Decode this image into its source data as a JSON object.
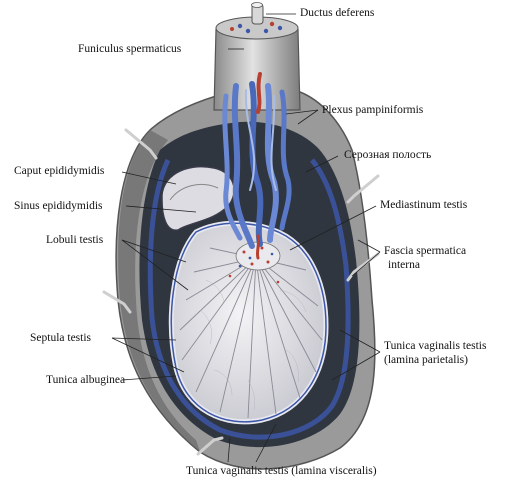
{
  "labels": {
    "ductus_deferens": "Ductus deferens",
    "funiculus_spermaticus": "Funiculus spermaticus",
    "plexus_pampiniformis": "Plexus pampiniformis",
    "serous_cavity": "Серозная полость",
    "caput_epididymidis": "Caput epididymidis",
    "sinus_epididymidis": "Sinus epididymidis",
    "mediastinum_testis": "Mediastinum testis",
    "lobuli_testis": "Lobuli testis",
    "fascia_spermatica_line1": "Fascia spermatica",
    "fascia_spermatica_line2": "interna",
    "septula_testis": "Septula testis",
    "tunica_vaginalis_parietalis_line1": "Tunica vaginalis testis",
    "tunica_vaginalis_parietalis_line2": "(lamina parietalis)",
    "tunica_albuginea": "Tunica albuginea",
    "tunica_vaginalis_visceralis": "Tunica vaginalis testis (lamina visceralis)"
  },
  "colors": {
    "outer_wall": "#9a9a9a",
    "outer_wall_dark": "#5e5e5e",
    "serous_cavity": "#2f3640",
    "fascia_blue": "#3c56a8",
    "tunica_albuginea": "#ececf2",
    "lobule_fill": "#d8d8dc",
    "pampiniform_veins": "#5a78c8",
    "artery_red": "#b84030",
    "leader_line": "#222222"
  }
}
